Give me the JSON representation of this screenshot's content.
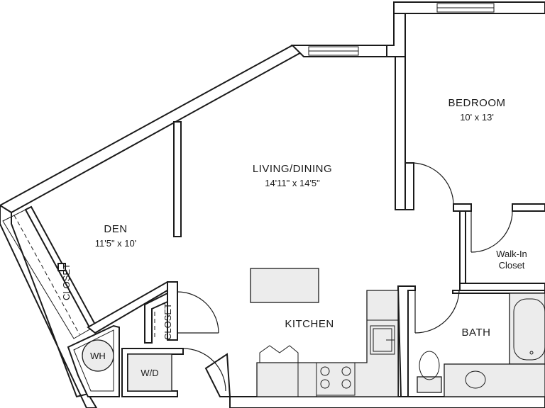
{
  "rooms": {
    "bedroom": {
      "name": "BEDROOM",
      "dims": "10' x 13'"
    },
    "living": {
      "name": "LIVING/DINING",
      "dims": "14'11\" x 14'5\""
    },
    "den": {
      "name": "DEN",
      "dims": "11'5\" x 10'"
    },
    "kitchen": {
      "name": "KITCHEN"
    },
    "bath": {
      "name": "BATH"
    },
    "walkin": {
      "line1": "Walk-In",
      "line2": "Closet"
    },
    "closet_den": {
      "name": "CLOSET"
    },
    "closet_hall": {
      "name": "CLOSET"
    }
  },
  "fixtures": {
    "water_heater": "WH",
    "washer_dryer": "W/D"
  },
  "colors": {
    "wall": "#1a1a1a",
    "fixture_fill": "#ececec",
    "background": "#ffffff"
  }
}
